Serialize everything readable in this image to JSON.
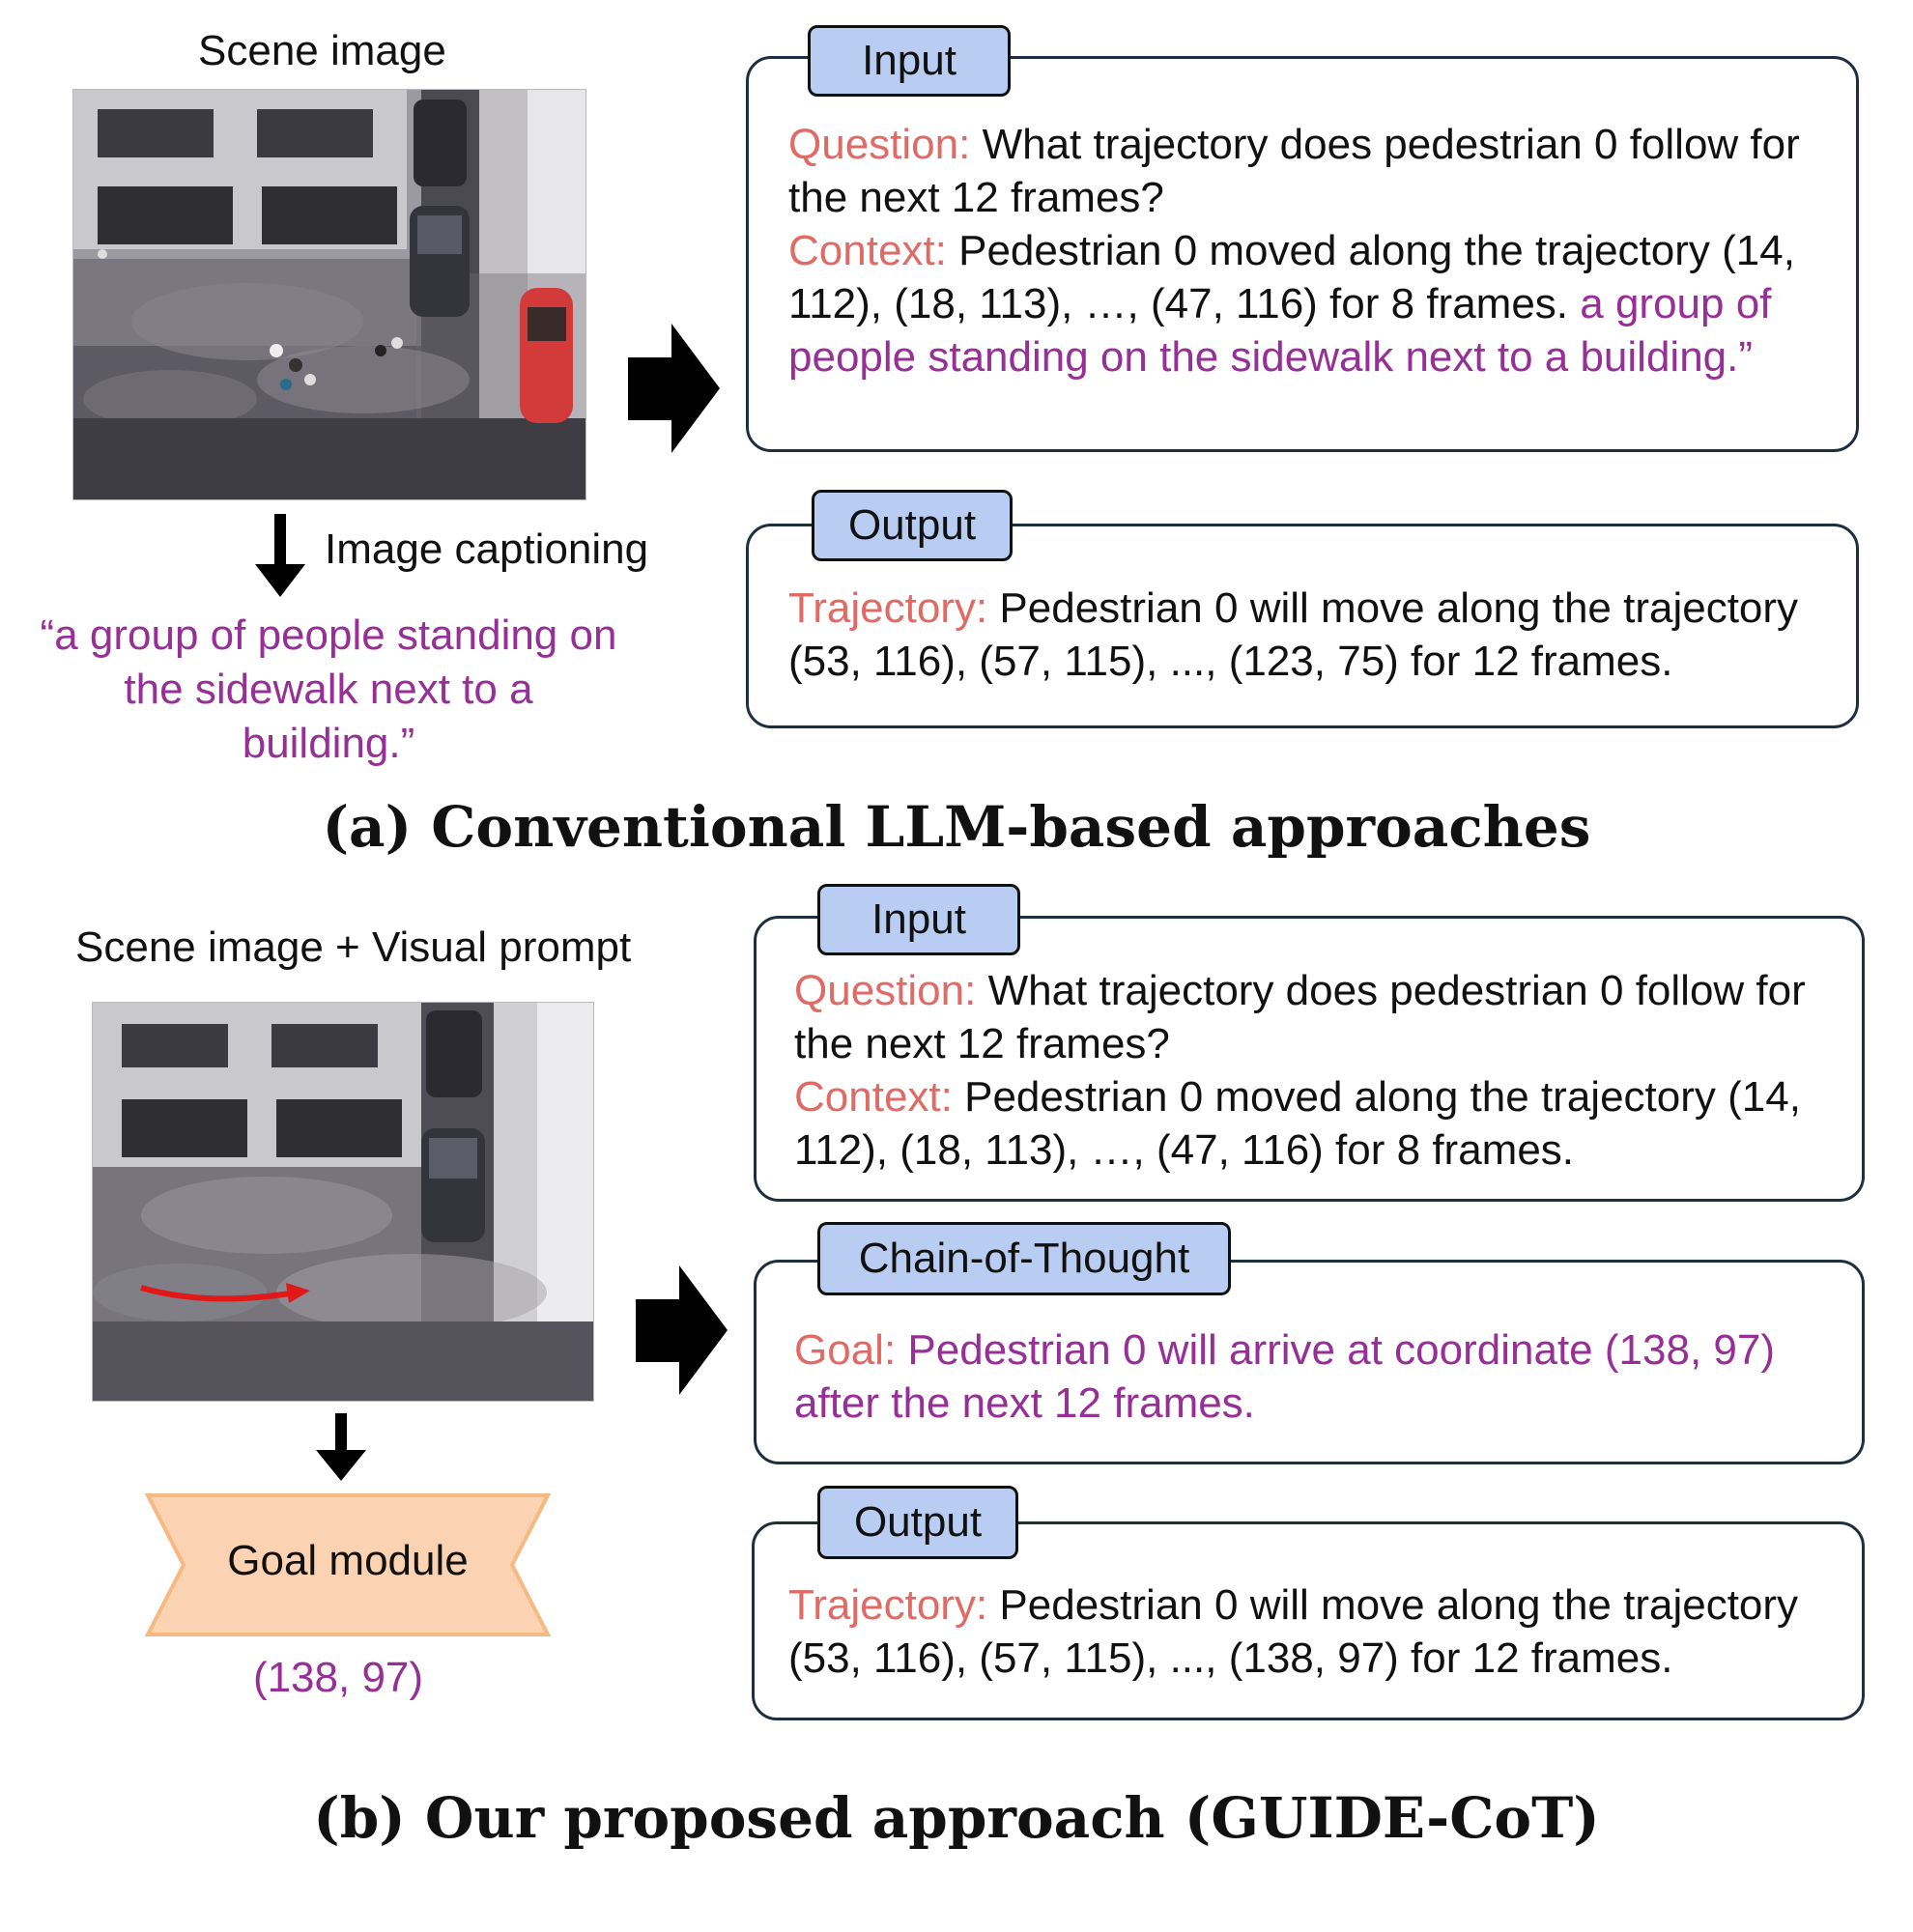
{
  "section_a": {
    "scene_label": "Scene image",
    "captioning_label": "Image captioning",
    "caption_line1": "“a group of people standing on",
    "caption_line2": "the sidewalk next to a building.”",
    "input_tag": "Input",
    "question_key": "Question:",
    "question_text": "What trajectory does pedestrian 0 follow for the next 12 frames?",
    "context_key": "Context:",
    "context_text": "Pedestrian 0 moved along the trajectory (14, 112), (18, 113), …, (47, 116) for 8 frames.",
    "context_caption": "a group of people standing on the sidewalk next to a building.”",
    "output_tag": "Output",
    "trajectory_key": "Trajectory:",
    "trajectory_text": "Pedestrian 0 will move along the trajectory (53, 116), (57, 115), ..., (123, 75) for 12 frames.",
    "caption": "(a) Conventional LLM-based approaches"
  },
  "section_b": {
    "scene_label": "Scene image + Visual prompt",
    "goal_module_label": "Goal module",
    "goal_coord": "(138, 97)",
    "input_tag": "Input",
    "question_key": "Question:",
    "question_text": "What trajectory does pedestrian 0 follow for the next 12 frames?",
    "context_key": "Context:",
    "context_text": "Pedestrian 0 moved along the trajectory (14, 112), (18, 113), …, (47, 116) for 8 frames.",
    "cot_tag": "Chain-of-Thought",
    "goal_key": "Goal:",
    "goal_text": "Pedestrian 0 will arrive at coordinate (138, 97) after the next 12 frames.",
    "output_tag": "Output",
    "trajectory_key": "Trajectory:",
    "trajectory_text": "Pedestrian 0 will move along the trajectory (53, 116), (57, 115), ..., (138, 97) for 12 frames.",
    "caption": "(b) Our proposed approach (GUIDE-CoT)"
  },
  "colors": {
    "key_red": "#e06a64",
    "purple": "#962f96",
    "tag_blue": "#b9cdf3",
    "goal_module_fill": "#fbd3b2",
    "goal_module_stroke": "#f5b981",
    "visual_prompt_arrow": "#e01818"
  }
}
